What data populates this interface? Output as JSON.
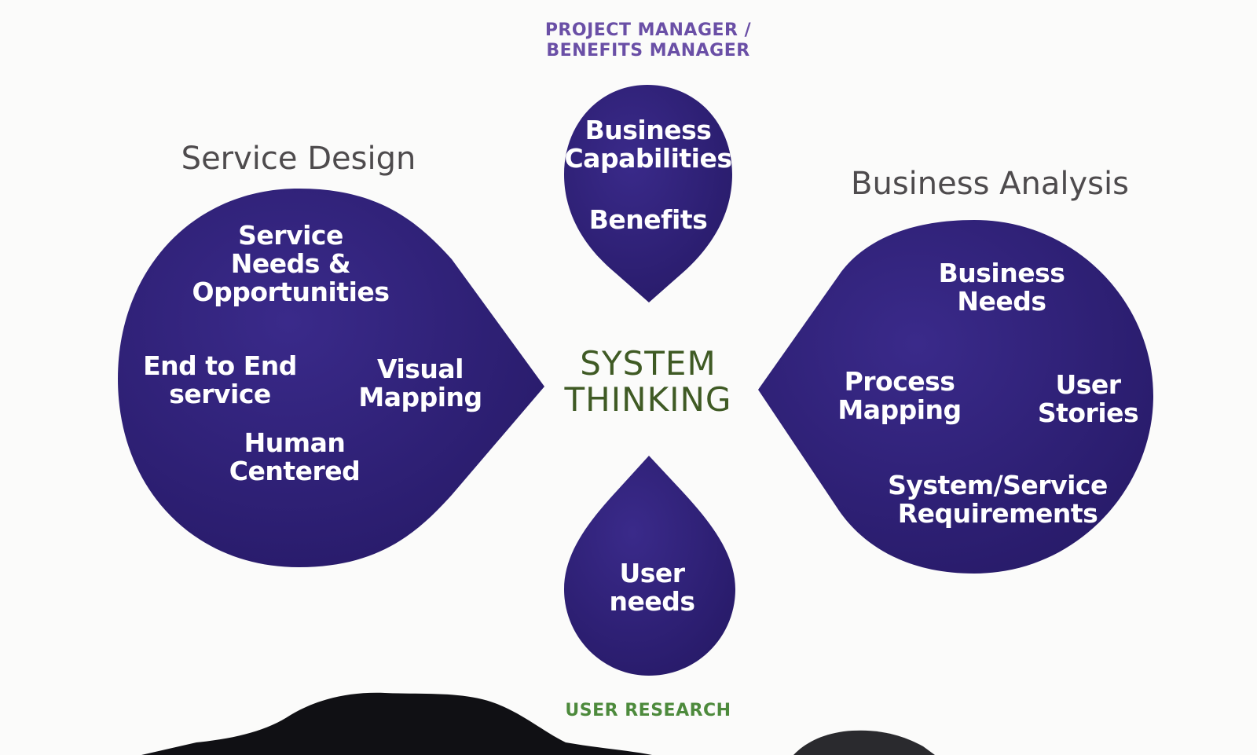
{
  "colors": {
    "drop_fill": "#2f1f78",
    "role_top": "#6a4fa6",
    "role_bottom": "#4d8a3c",
    "heading": "#4e4b4d",
    "center": "#3f5a24",
    "background": "#fbfbfa"
  },
  "roles": {
    "top": "PROJECT MANAGER /\nBENEFITS MANAGER",
    "bottom": "USER RESEARCH"
  },
  "center_label": "SYSTEM\nTHINKING",
  "service_design": {
    "heading": "Service Design",
    "items": {
      "service_needs": "Service\nNeeds &\nOpportunities",
      "end_to_end": "End to End\nservice",
      "visual_mapping": "Visual\nMapping",
      "human_centered": "Human\nCentered"
    }
  },
  "business_analysis": {
    "heading": "Business Analysis",
    "items": {
      "business_needs": "Business\nNeeds",
      "process_mapping": "Process\nMapping",
      "user_stories": "User\nStories",
      "requirements": "System/Service\nRequirements"
    }
  },
  "top_drop": {
    "capabilities": "Business\nCapabilities",
    "benefits": "Benefits"
  },
  "bottom_drop": {
    "user_needs": "User\nneeds"
  }
}
